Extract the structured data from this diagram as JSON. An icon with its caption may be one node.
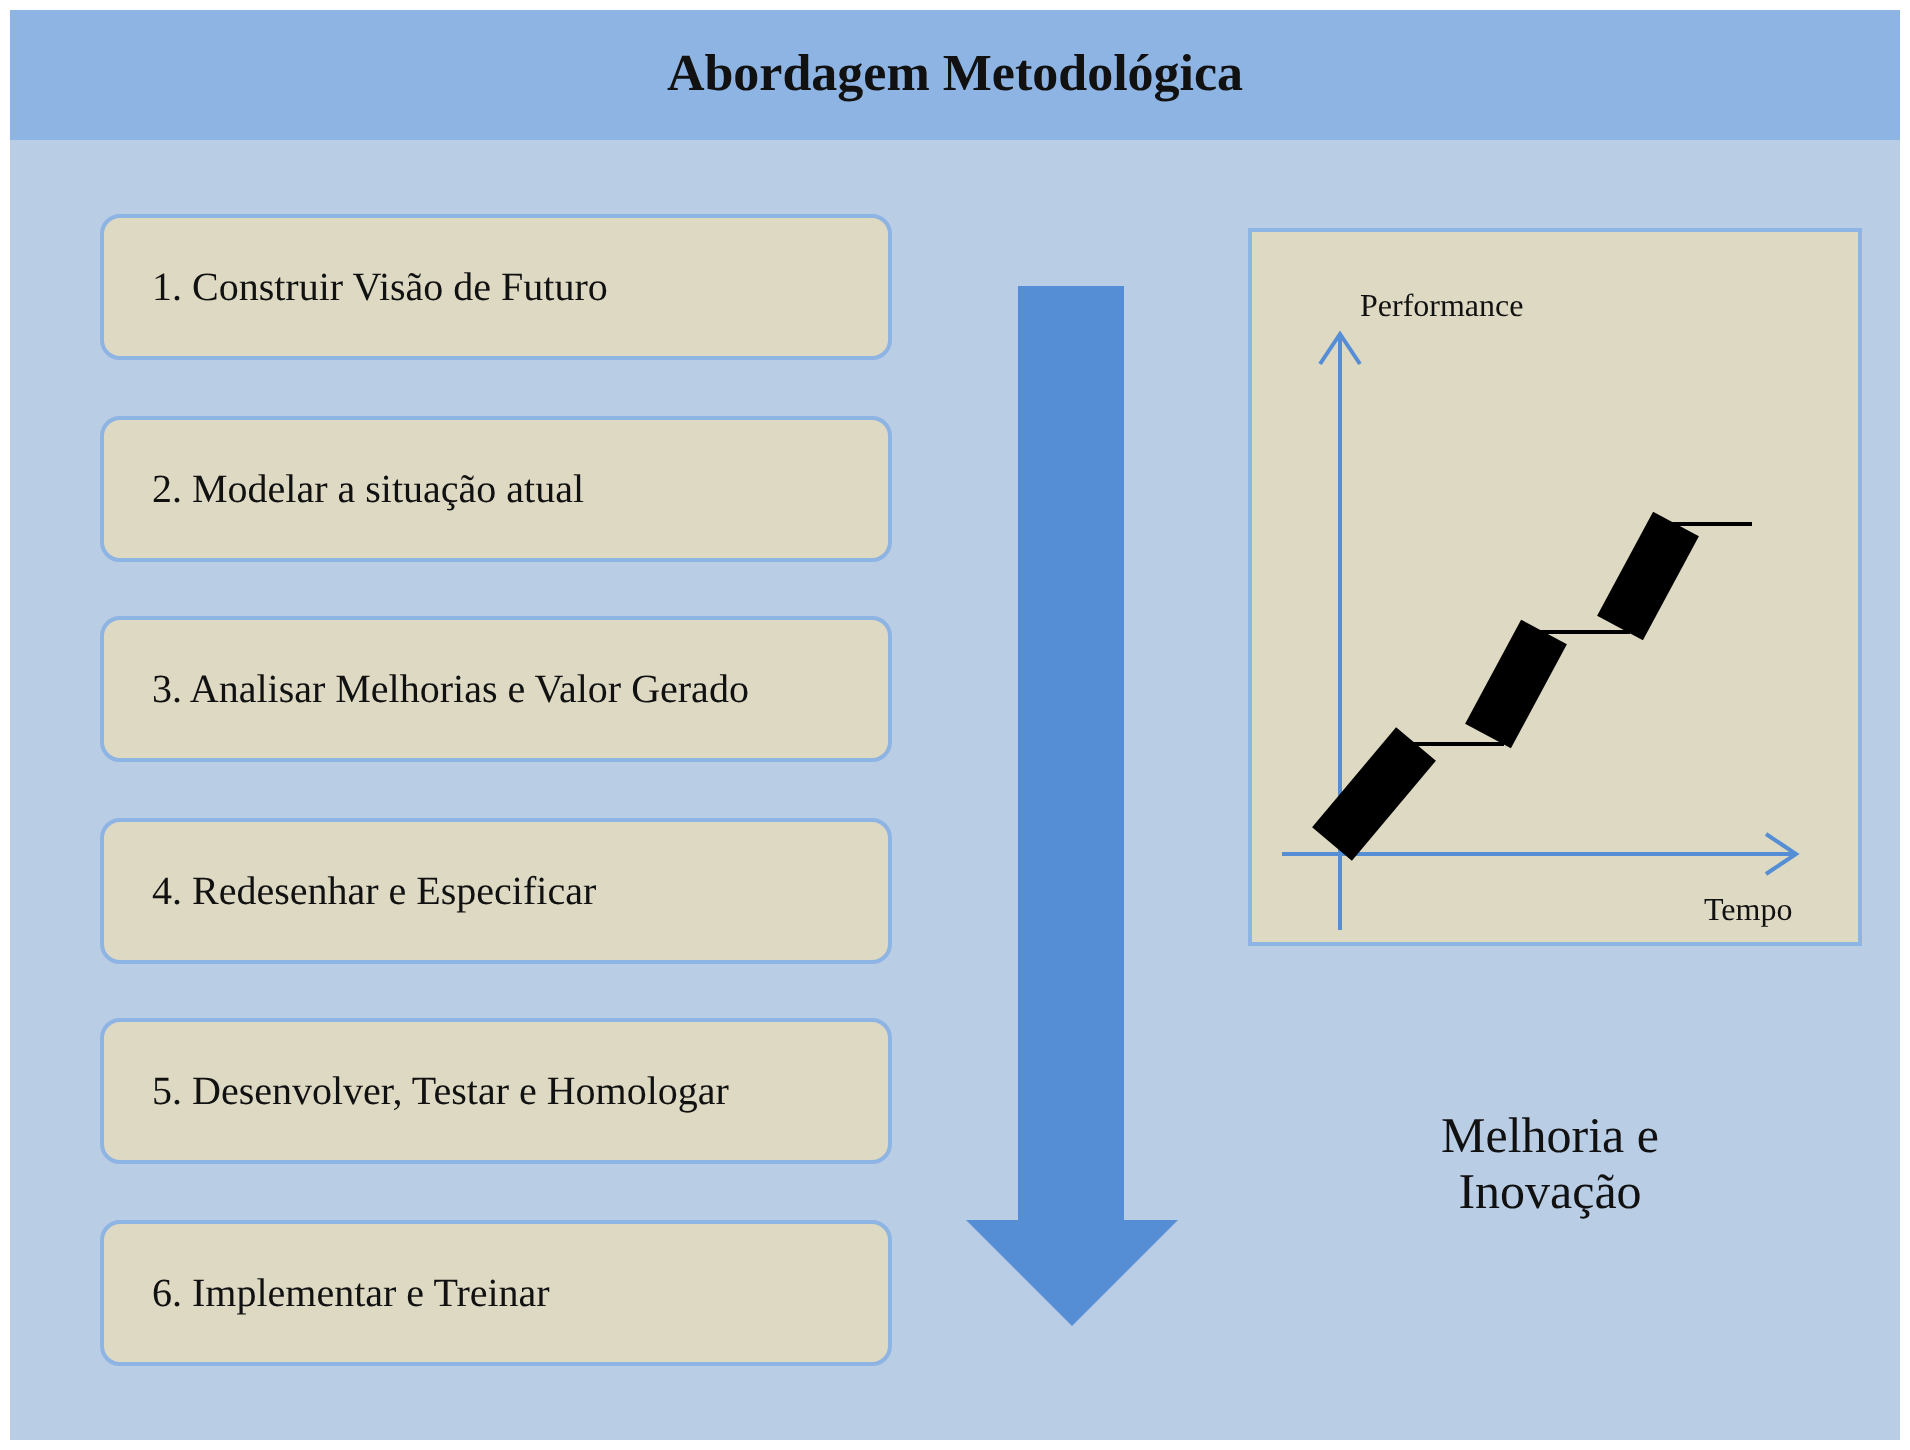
{
  "diagram": {
    "title": "Abordagem Metodológica",
    "nodes": [
      {
        "text": [
          "1. Construir Visão de Futuro"
        ]
      },
      {
        "text": [
          "2. Modelar a situação atual"
        ]
      },
      {
        "text": [
          "3. Analisar Melhorias e Valor Gerado"
        ]
      },
      {
        "text": [
          "4. Redesenhar e Especificar"
        ]
      },
      {
        "text": [
          "5. Desenvolver, Testar e Homologar"
        ]
      },
      {
        "text": [
          "6. Implementar e Treinar"
        ]
      }
    ],
    "labels": [
      "Performance",
      "Tempo",
      "Melhoria e Inovação"
    ]
  }
}
